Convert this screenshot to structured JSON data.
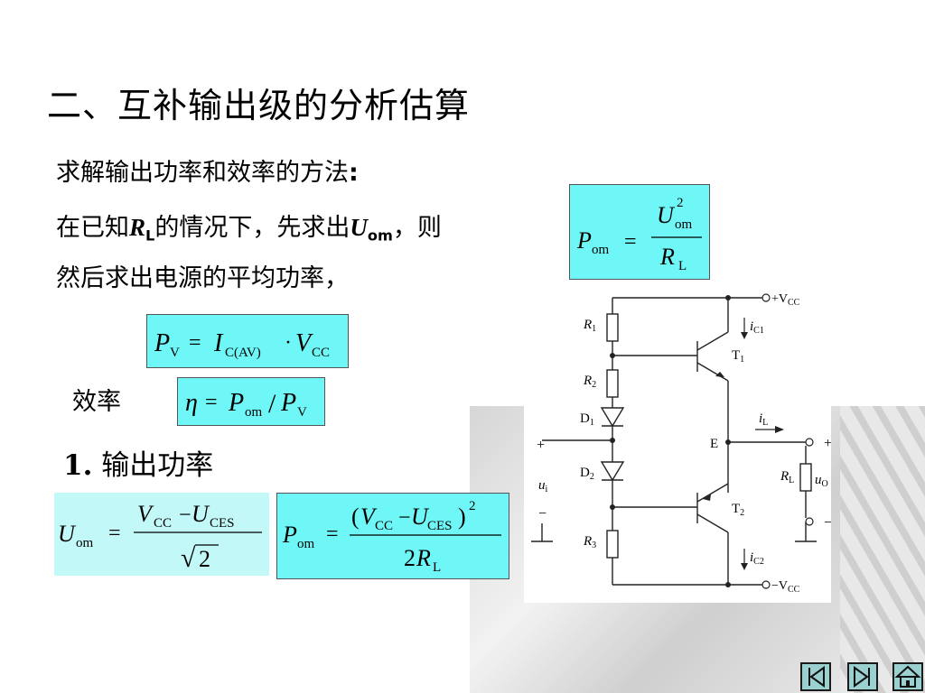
{
  "title": "二、互补输出级的分析估算",
  "method": {
    "line1": "求解输出功率和效率的方法",
    "colon": ":",
    "line2_pre": "在已知",
    "R": "R",
    "L": "L",
    "line2_mid": "的情况下，先求出",
    "U": "U",
    "om": "om",
    "line2_post": "，则",
    "line3": "然后求出电源的平均功率，"
  },
  "formula_pom_ratio": {
    "P": "P",
    "om": "om",
    "eq": "=",
    "U": "U",
    "sup": "2",
    "R": "R",
    "L": "L"
  },
  "formula_pv": {
    "P": "P",
    "V": "V",
    "eq": "=",
    "I": "I",
    "sub": "C(AV)",
    "dot": "·",
    "Vcc": "V",
    "CC": "CC"
  },
  "efficiency_label": "效率",
  "formula_eta": {
    "eta": "η",
    "eq": "=",
    "P": "P",
    "om": "om",
    "slash": "/",
    "V": "V"
  },
  "section": {
    "number": "1.",
    "label": "输出功率"
  },
  "formula_uom": {
    "U": "U",
    "om": "om",
    "eq": "=",
    "V": "V",
    "CC": "CC",
    "minus": "−",
    "CES": "CES",
    "sqrt": "√",
    "two": "2"
  },
  "formula_pom": {
    "P": "P",
    "om": "om",
    "eq": "=",
    "lp": "(",
    "rp": ")",
    "sup": "2",
    "den": "2",
    "R": "R",
    "L": "L"
  },
  "circuit": {
    "vcc_pos": "+V",
    "vcc_neg": "−V",
    "CC": "CC",
    "R1": "R",
    "R2": "R",
    "R3": "R",
    "RL": "R",
    "n1": "1",
    "n2": "2",
    "n3": "3",
    "L": "L",
    "D1": "D",
    "D2": "D",
    "T1": "T",
    "T2": "T",
    "ic1": "i",
    "ic2": "i",
    "C1": "C1",
    "C2": "C2",
    "iL": "i",
    "E": "E",
    "ui": "u",
    "i": "i",
    "uo": "u",
    "O": "O",
    "plus": "+",
    "minus": "−"
  },
  "nav": [
    "previous",
    "next",
    "home"
  ]
}
